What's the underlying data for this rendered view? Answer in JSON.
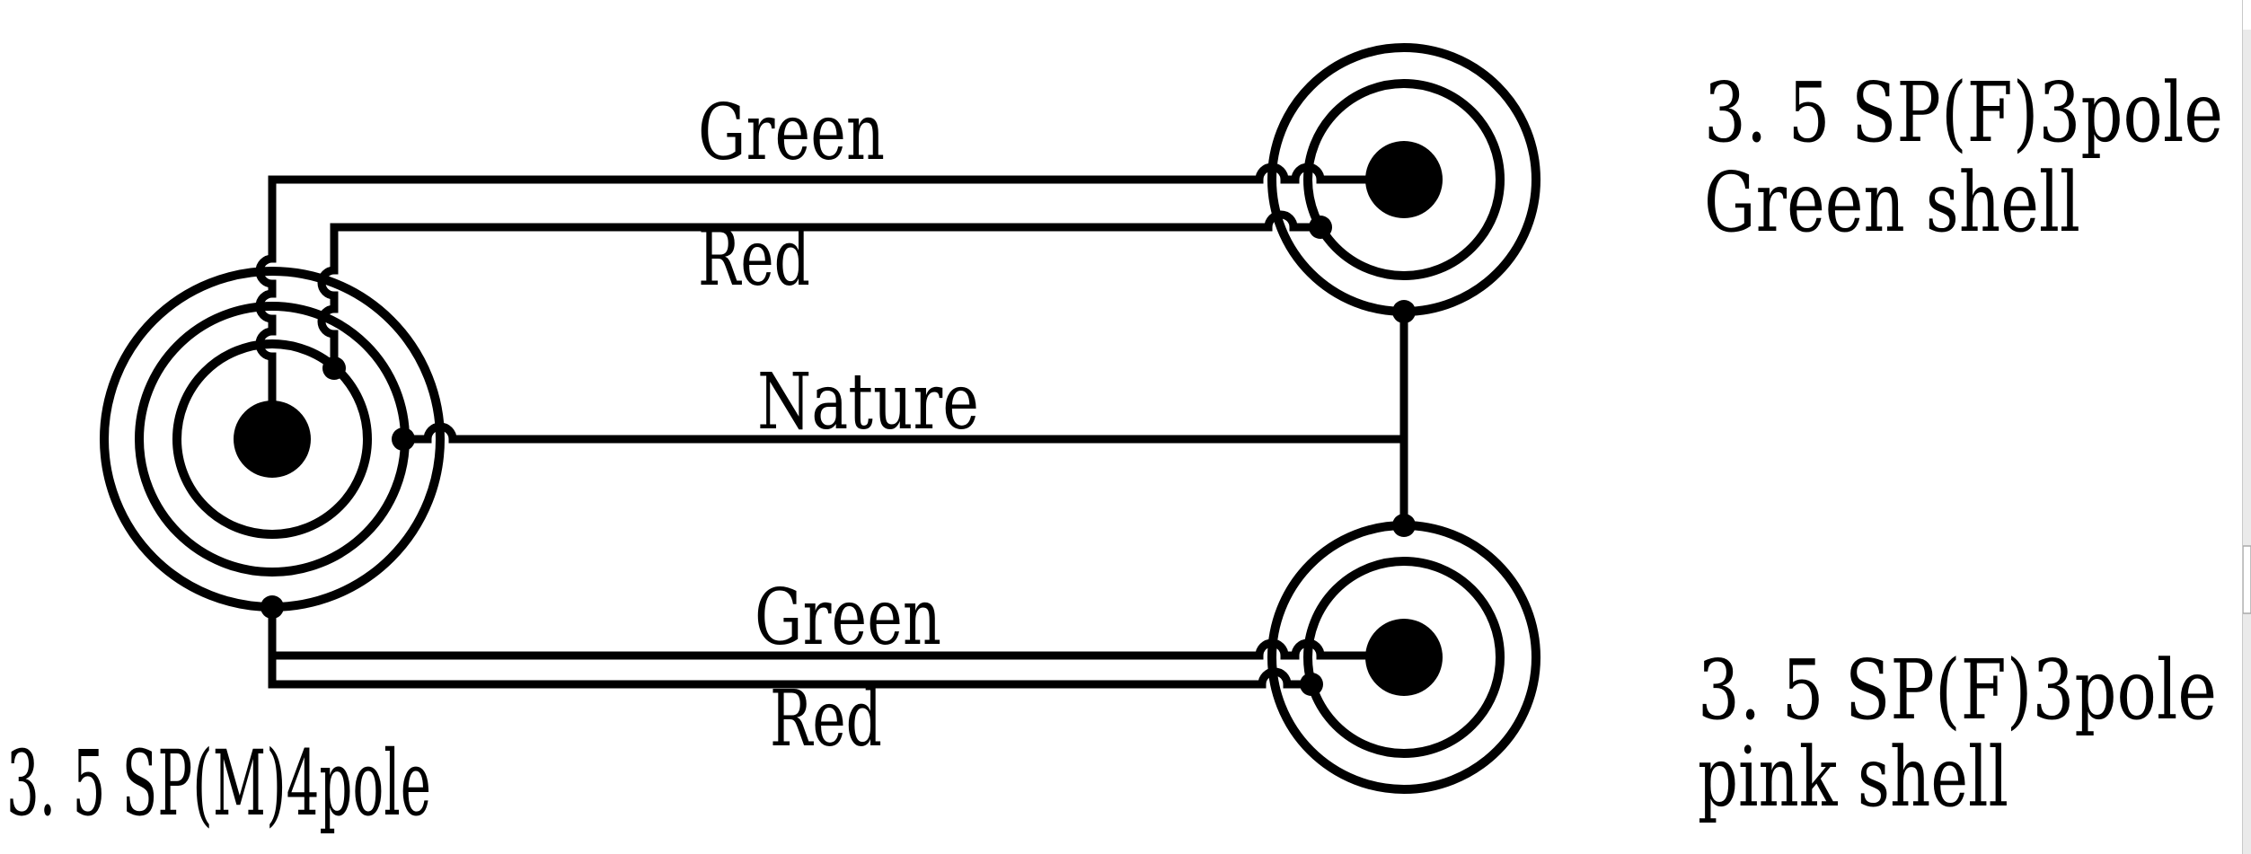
{
  "connectors": {
    "male": {
      "label": "3. 5 SP(M)4pole",
      "pole_count": "4pole",
      "gender": "M"
    },
    "female_green": {
      "label_line1": "3. 5 SP(F)3pole",
      "label_line2": "Green shell",
      "pole_count": "3pole",
      "gender": "F"
    },
    "female_pink": {
      "label_line1": "3. 5 SP(F)3pole",
      "label_line2": "pink shell",
      "pole_count": "3pole",
      "gender": "F"
    }
  },
  "wire_labels": {
    "top_green": "Green",
    "top_red": "Red",
    "nature": "Nature",
    "bottom_green": "Green",
    "bottom_red": "Red"
  },
  "colors": {
    "line": "#000000",
    "background": "#ffffff",
    "scrollbar_track": "#eaeaea",
    "scrollbar_thumb": "#ffffff",
    "scrollbar_border": "#c9c9c9"
  }
}
